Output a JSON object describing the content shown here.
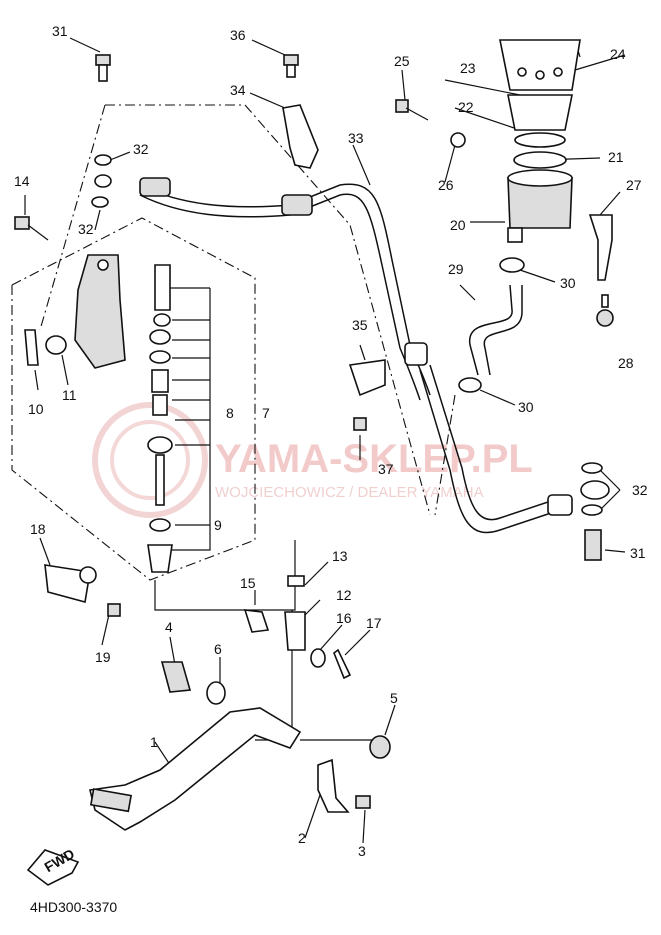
{
  "diagram_code": "4HD300-3370",
  "fwd_label": "FWD",
  "watermark": {
    "title": "YAMA-SKLEP.PL",
    "subtitle": "WOJCIECHOWICZ / DEALER YAMAHA"
  },
  "callouts": [
    "1",
    "2",
    "3",
    "4",
    "5",
    "6",
    "7",
    "8",
    "9",
    "10",
    "11",
    "12",
    "13",
    "14",
    "15",
    "16",
    "17",
    "18",
    "19",
    "20",
    "21",
    "22",
    "23",
    "24",
    "25",
    "26",
    "27",
    "28",
    "29",
    "30",
    "30",
    "31",
    "31",
    "32",
    "32",
    "32",
    "33",
    "34",
    "35",
    "36",
    "37"
  ]
}
